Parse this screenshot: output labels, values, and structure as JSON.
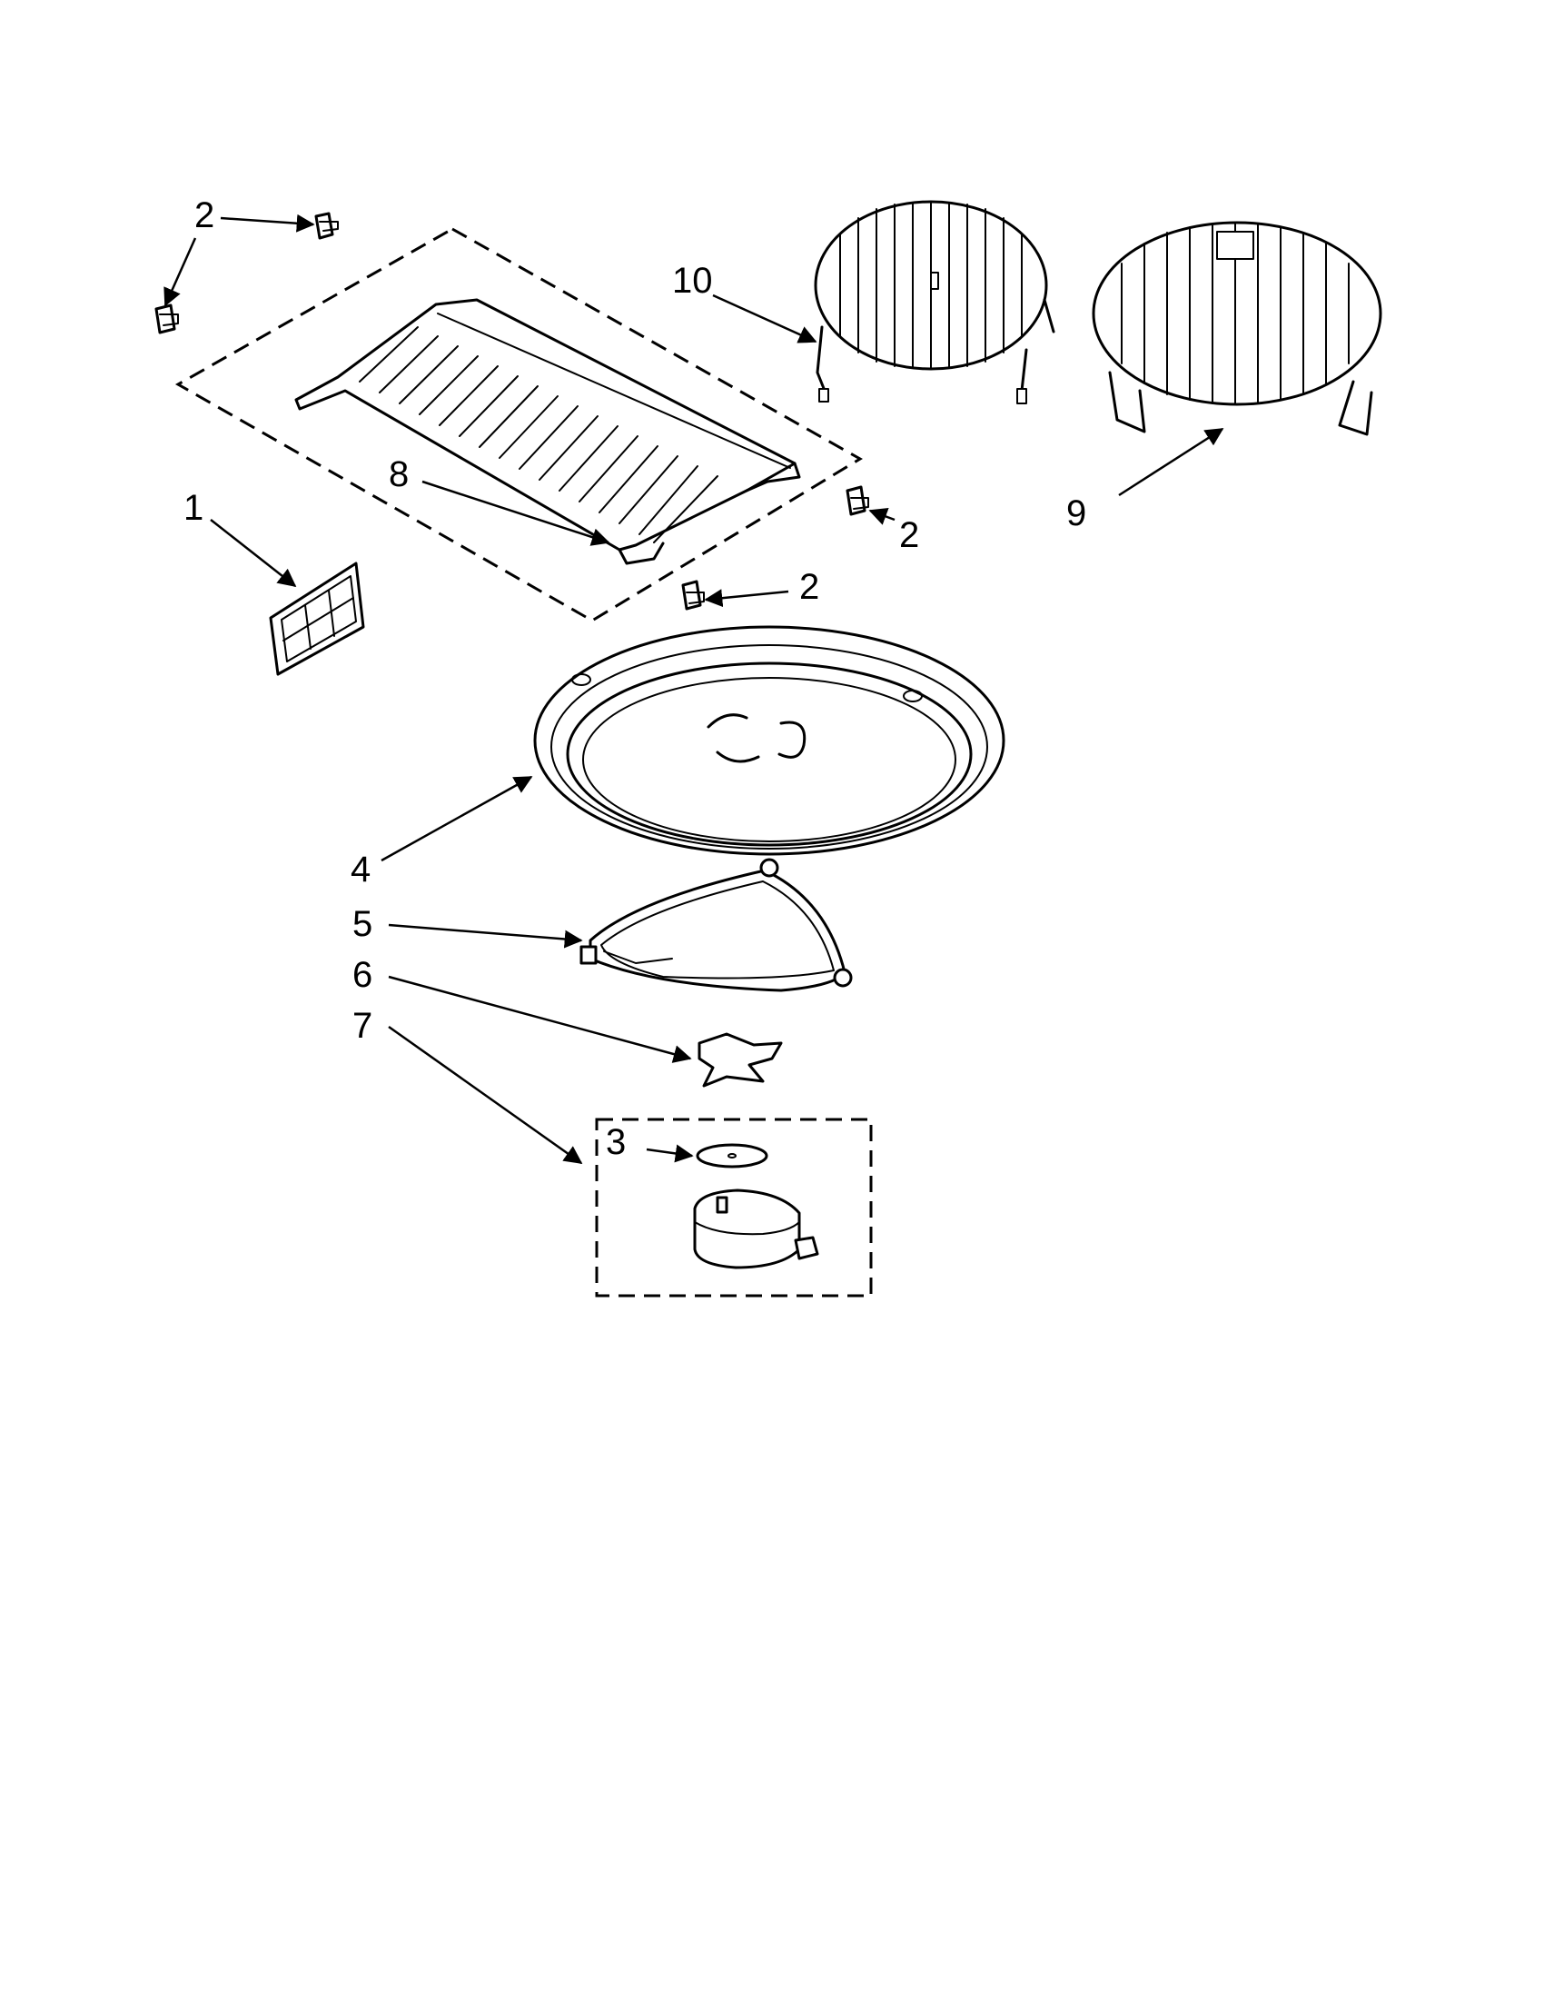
{
  "callouts": [
    {
      "id": "c1",
      "text": "1"
    },
    {
      "id": "c2a",
      "text": "2"
    },
    {
      "id": "c2b",
      "text": "2"
    },
    {
      "id": "c2c",
      "text": "2"
    },
    {
      "id": "c3",
      "text": "3"
    },
    {
      "id": "c4",
      "text": "4"
    },
    {
      "id": "c5",
      "text": "5"
    },
    {
      "id": "c6",
      "text": "6"
    },
    {
      "id": "c7",
      "text": "7"
    },
    {
      "id": "c8",
      "text": "8"
    },
    {
      "id": "c9",
      "text": "9"
    },
    {
      "id": "c10",
      "text": "10"
    }
  ],
  "colors": {
    "line": "#000000",
    "background": "#ffffff"
  },
  "icons": [
    "filter-icon",
    "clip-icon",
    "roasting-rack-icon",
    "high-rack-icon",
    "low-rack-icon",
    "turntable-tray-icon",
    "roller-ring-icon",
    "coupler-icon",
    "motor-icon",
    "washer-icon"
  ]
}
